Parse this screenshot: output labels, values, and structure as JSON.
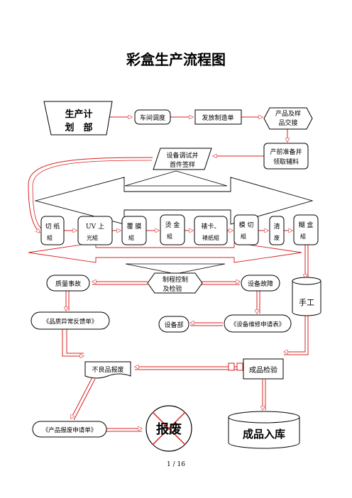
{
  "title": "彩盒生产流程图",
  "footer": "1 / 16",
  "nodes": {
    "plan_line1": "生产计",
    "plan_line2": "划　部",
    "workshop": "车间调度",
    "work_order": "发放制造单",
    "sample_line1": "产品及样",
    "sample_line2": "品交接",
    "prep_line1": "产前准备并",
    "prep_line2": "领取辅料",
    "debug_line1": "设备调试并",
    "debug_line2": "首件签样",
    "cutting_line1": "切 纸",
    "cutting_line2": "組",
    "uv_line1": "UV 上",
    "uv_line2": "光組",
    "laminating_line1": "覆 膜",
    "laminating_line2": "組",
    "gilding_line1": "烫 金",
    "gilding_line2": "組",
    "card_line1": "裱卡、",
    "card_line2": "裱纸組",
    "diecut_line1": "模 切",
    "diecut_line2": "組",
    "waste_line1": "清",
    "waste_line2": "废",
    "glue_line1": "糊 盒",
    "glue_line2": "組",
    "control_line1": "制程控制",
    "control_line2": "及检验",
    "quality": "质量事故",
    "equip_fault": "设备故障",
    "manual": "手工",
    "quality_form": "《品质异常反馈单》",
    "equip_dept": "设备部",
    "repair_form": "《设备维修申请表》",
    "defect": "不良品报废",
    "finished_check": "成品检验",
    "scrap_form": "《产品报废申请单》",
    "scrap": "报废",
    "warehouse": "成品入库"
  },
  "colors": {
    "line_red": "#d82020",
    "black": "#000000"
  }
}
